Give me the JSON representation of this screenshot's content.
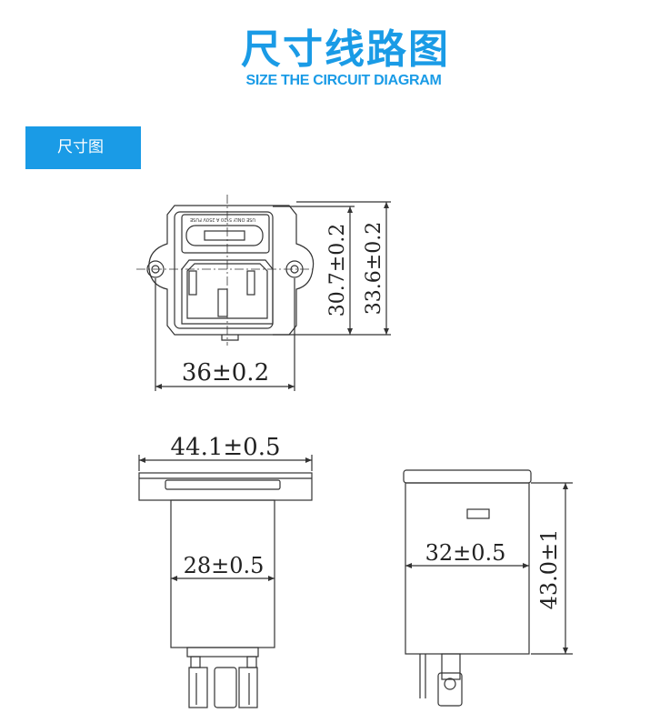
{
  "header": {
    "title": "尺寸线路图",
    "subtitle": "SIZE THE CIRCUIT DIAGRAM"
  },
  "section_tag": {
    "label": "尺寸图"
  },
  "front_view": {
    "fuse_label": "USE ONLY 5*20 A 250V FUSE",
    "width_dim": "36±0.2",
    "height_inner_dim": "30.7±0.2",
    "height_outer_dim": "33.6±0.2"
  },
  "side_view_left": {
    "flange_width_dim": "44.1±0.5",
    "body_width_dim": "28±0.5"
  },
  "side_view_right": {
    "body_width_dim": "32±0.5",
    "height_dim": "43.0±1"
  },
  "colors": {
    "accent": "#1a9be6",
    "line": "#333333"
  }
}
